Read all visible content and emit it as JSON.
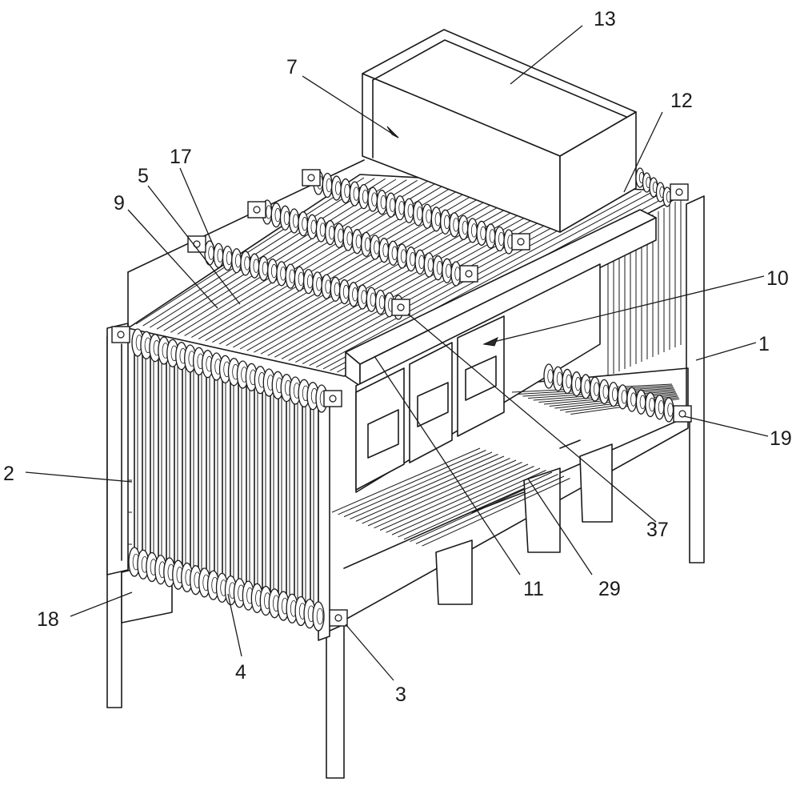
{
  "figure": {
    "labels": [
      {
        "id": "label-1",
        "text": "1"
      },
      {
        "id": "label-2",
        "text": "2"
      },
      {
        "id": "label-3",
        "text": "3"
      },
      {
        "id": "label-4",
        "text": "4"
      },
      {
        "id": "label-5",
        "text": "5"
      },
      {
        "id": "label-7",
        "text": "7"
      },
      {
        "id": "label-9",
        "text": "9"
      },
      {
        "id": "label-10",
        "text": "10"
      },
      {
        "id": "label-11",
        "text": "11"
      },
      {
        "id": "label-12",
        "text": "12"
      },
      {
        "id": "label-13",
        "text": "13"
      },
      {
        "id": "label-17",
        "text": "17"
      },
      {
        "id": "label-18",
        "text": "18"
      },
      {
        "id": "label-19",
        "text": "19"
      },
      {
        "id": "label-29",
        "text": "29"
      },
      {
        "id": "label-37",
        "text": "37"
      }
    ]
  },
  "colors": {
    "line": "#1a1a1a",
    "background": "#ffffff",
    "dark_fill": "#2a2a2a"
  }
}
